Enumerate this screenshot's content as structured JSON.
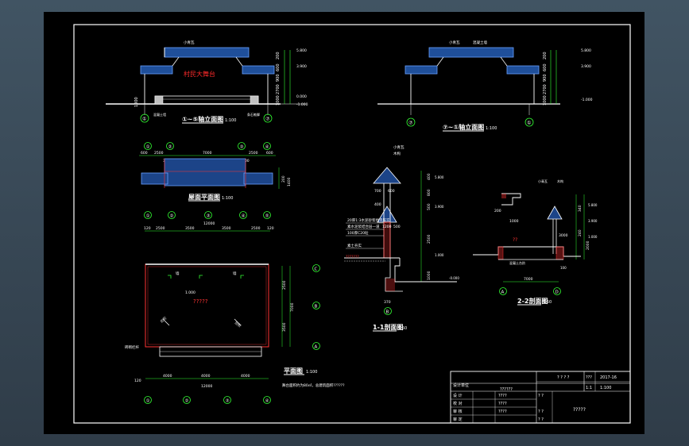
{
  "colors": {
    "background": "#3c4a56",
    "sheet": "#000000",
    "line_white": "#ffffff",
    "line_red": "#ff3333",
    "line_green": "#33ff33",
    "hatch_blue": "#3a78c8",
    "title_red": "#ff2a2a"
  },
  "elev1": {
    "stage_label": "村民大舞台",
    "title": "①~⑤轴立面图",
    "title_scale": "1:100",
    "left_note": "混凝土墙",
    "right_note": "条石勒脚",
    "top_note": "小青瓦",
    "dims": [
      "200",
      "600",
      "900",
      "2700",
      "1000"
    ],
    "left_dim": "1000",
    "levels": [
      "5.800",
      "3.900",
      "0.000",
      "-1.000"
    ],
    "axis_left": "①",
    "axis_right": "⑦"
  },
  "elev2": {
    "title": "⑦~①轴立面图",
    "title_scale": "1:100",
    "top_note": "小青瓦",
    "top_note2": "混凝土墙",
    "dims": [
      "200",
      "600",
      "900",
      "2700",
      "1000"
    ],
    "levels": [
      "5.800",
      "3.900",
      "-1.000"
    ],
    "axis_left": "⑦",
    "axis_right": "①"
  },
  "roof_plan": {
    "title": "屋面平面图",
    "title_scale": "1:100",
    "axes": [
      "①",
      "②",
      "③",
      "④"
    ],
    "top_dims": [
      "600",
      "2500",
      "7000",
      "2500",
      "600"
    ],
    "sub_dims": [
      "300",
      "300"
    ],
    "side_dims": [
      "200",
      "1400"
    ]
  },
  "floor_plan": {
    "title": "平面图",
    "title_scale": "1:100",
    "stage_text": "?????",
    "note": "舞台面积约为80㎡，总建筑面积??????",
    "axes_top": [
      "①",
      "②",
      "③",
      "④",
      "⑤"
    ],
    "axes_right": [
      "C",
      "B",
      "A"
    ],
    "axes_bottom": [
      "①",
      "②",
      "③",
      "④"
    ],
    "top_dims": [
      "120",
      "2500",
      "3500",
      "3500",
      "2500",
      "120"
    ],
    "total_dim": "12000",
    "bottom_dims": [
      "4000",
      "4000",
      "4000"
    ],
    "bottom_total": "12000",
    "bottom_left_dim": "120",
    "right_dims": [
      "2500",
      "3500",
      "7000"
    ],
    "labels": [
      "墙",
      "墙",
      "1.000",
      "台阶",
      "台阶",
      "砖砌栏杆"
    ]
  },
  "section_1": {
    "title": "1-1剖面图",
    "title_scale": "1:50",
    "top_note_1": "小青瓦",
    "top_note_2": "木构",
    "dims_top": [
      "700",
      "600",
      "400",
      "1200",
      "500"
    ],
    "dims_right": [
      "400",
      "800",
      "500",
      "2500",
      "1000"
    ],
    "levels": [
      "5.800",
      "3.900",
      "1.000",
      "-0.000"
    ],
    "axis": "B",
    "bottom_dim": "370",
    "spec_lines": [
      "20厚1:3水泥砂浆找平压实",
      "素水泥浆结合层一道",
      "100厚C20砼",
      "素土夯实"
    ],
    "wall_label": "???????"
  },
  "section_2": {
    "title": "2-2剖面图",
    "title_scale": "1:50",
    "note_top": "小青瓦",
    "note_top2": "木构",
    "dims": [
      "340",
      "240",
      "200",
      "1000",
      "2000",
      "3000"
    ],
    "levels": [
      "5.800",
      "3.900",
      "1.000"
    ],
    "axis_left": "A",
    "axis_right": "D",
    "bottom_dim": "7000",
    "small_labels": [
      "??",
      "混凝土台阶",
      "100"
    ]
  },
  "title_block": {
    "designer": "设计单位",
    "project": "??????",
    "drawing": "?????",
    "sheet_code": "???",
    "date": "2017-16",
    "scale": "1:100",
    "rows": [
      "设 计",
      "校 对",
      "审 核",
      "审 定"
    ],
    "row_values": [
      "????",
      "????",
      "????"
    ],
    "cells": [
      "? ? ? ?",
      "1:1",
      "? ?",
      "? ?",
      "? ?"
    ]
  }
}
